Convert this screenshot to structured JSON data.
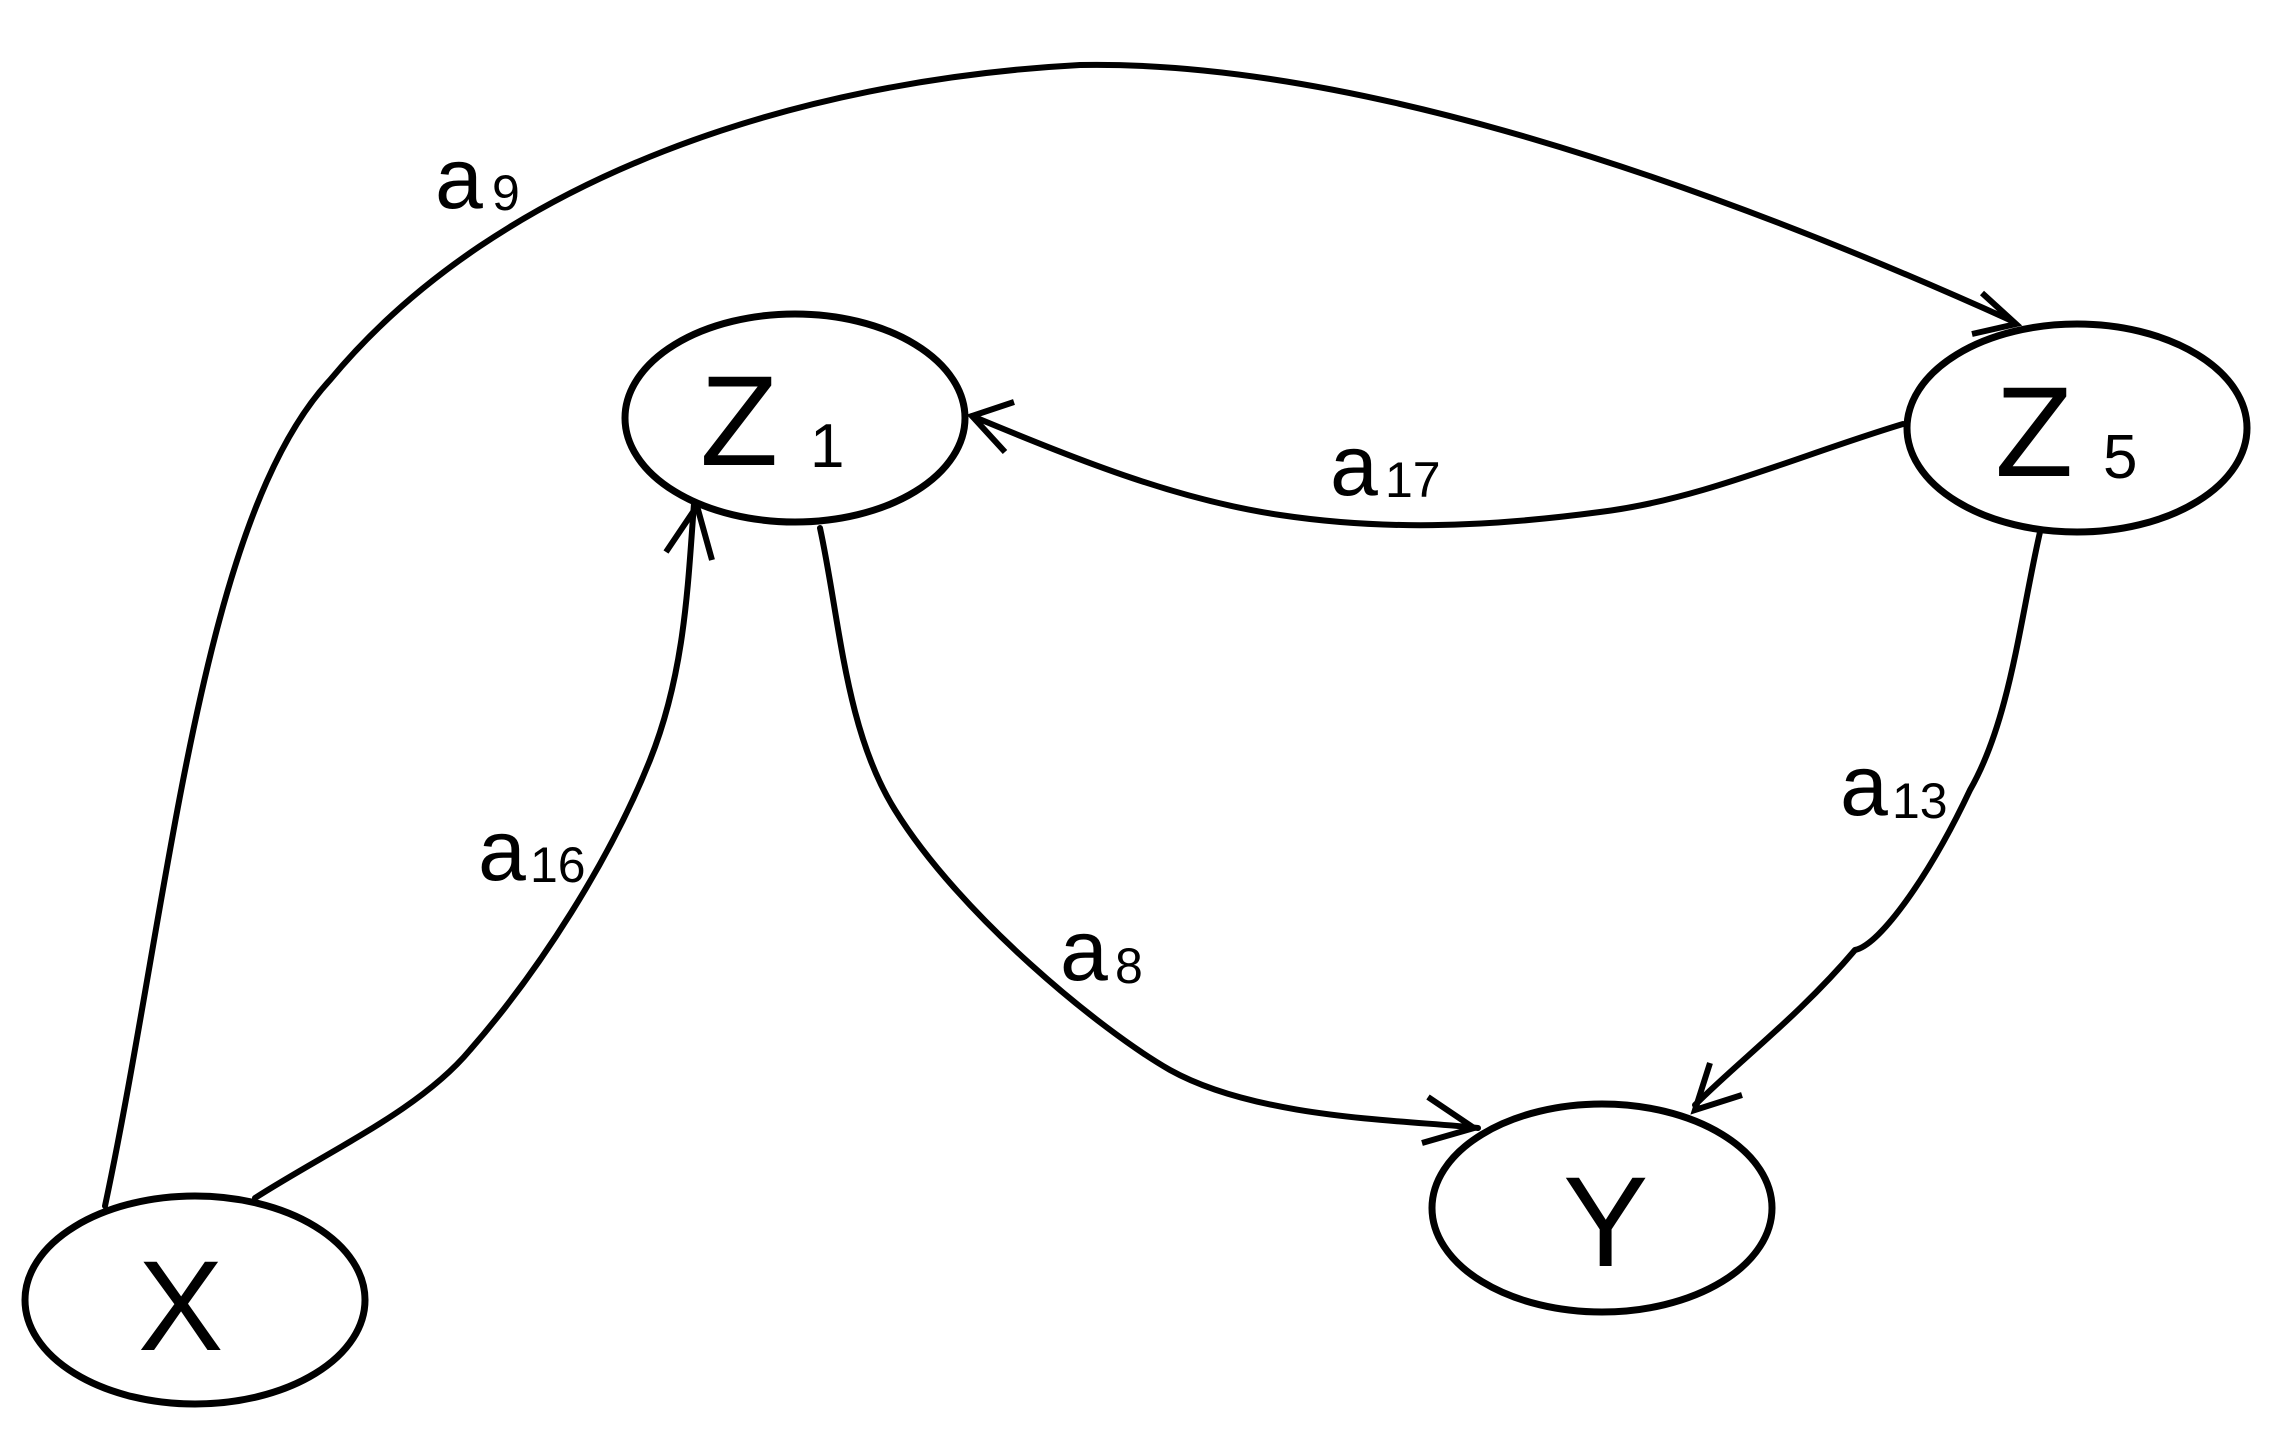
{
  "nodes": {
    "x": {
      "label": "X",
      "sub": ""
    },
    "z1": {
      "label": "Z",
      "sub": "1"
    },
    "z5": {
      "label": "Z",
      "sub": "5"
    },
    "y": {
      "label": "Y",
      "sub": ""
    }
  },
  "edges": {
    "x_z5": {
      "from": "X",
      "to": "Z5",
      "label": "a",
      "sub": "9"
    },
    "z5_z1": {
      "from": "Z5",
      "to": "Z1",
      "label": "a",
      "sub": "17"
    },
    "x_z1": {
      "from": "X",
      "to": "Z1",
      "label": "a",
      "sub": "16"
    },
    "z1_y": {
      "from": "Z1",
      "to": "Y",
      "label": "a",
      "sub": "8"
    },
    "z5_y": {
      "from": "Z5",
      "to": "Y",
      "label": "a",
      "sub": "13"
    }
  }
}
